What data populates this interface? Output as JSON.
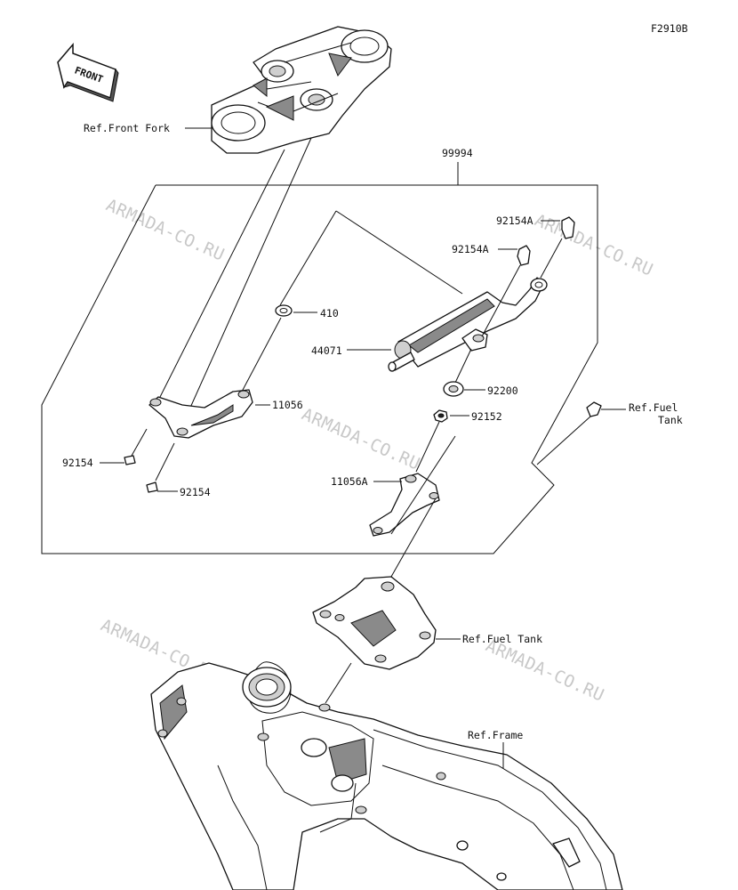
{
  "figure_code": "F2910B",
  "front_arrow_label": "FRONT",
  "watermark_text": "ARMADA-CO.RU",
  "labels": {
    "ref_front_fork": "Ref.Front Fork",
    "kit": "99994",
    "p92154A_1": "92154A",
    "p92154A_2": "92154A",
    "p410": "410",
    "p44071": "44071",
    "p92200": "92200",
    "p92152": "92152",
    "p11056": "11056",
    "p92154_1": "92154",
    "p92154_2": "92154",
    "p11056A": "11056A",
    "ref_fuel_tank_1_line1": "Ref.Fuel",
    "ref_fuel_tank_1_line2": "Tank",
    "ref_fuel_tank_2": "Ref.Fuel Tank",
    "ref_frame": "Ref.Frame"
  }
}
